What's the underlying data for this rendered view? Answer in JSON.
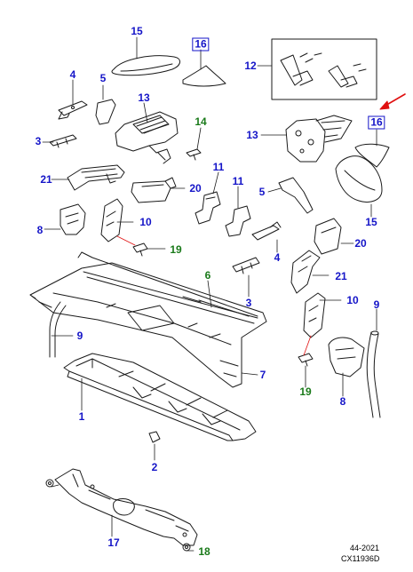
{
  "colors": {
    "callout_blue": "#1515c8",
    "callout_green": "#1a7a1a",
    "arrow_red": "#e01010",
    "line_art": "#1a1a1a"
  },
  "callouts": [
    {
      "id": "c15a",
      "label": "15",
      "color": "blue",
      "boxed": false
    },
    {
      "id": "c16a",
      "label": "16",
      "color": "blue",
      "boxed": true
    },
    {
      "id": "c4a",
      "label": "4",
      "color": "blue",
      "boxed": false
    },
    {
      "id": "c5a",
      "label": "5",
      "color": "blue",
      "boxed": false
    },
    {
      "id": "c12",
      "label": "12",
      "color": "blue",
      "boxed": false
    },
    {
      "id": "c13a",
      "label": "13",
      "color": "blue",
      "boxed": false
    },
    {
      "id": "c14",
      "label": "14",
      "color": "green",
      "boxed": false
    },
    {
      "id": "c3a",
      "label": "3",
      "color": "blue",
      "boxed": false
    },
    {
      "id": "c16b",
      "label": "16",
      "color": "blue",
      "boxed": true
    },
    {
      "id": "c13b",
      "label": "13",
      "color": "blue",
      "boxed": false
    },
    {
      "id": "c21a",
      "label": "21",
      "color": "blue",
      "boxed": false
    },
    {
      "id": "c11a",
      "label": "11",
      "color": "blue",
      "boxed": false
    },
    {
      "id": "c20a",
      "label": "20",
      "color": "blue",
      "boxed": false
    },
    {
      "id": "c11b",
      "label": "11",
      "color": "blue",
      "boxed": false
    },
    {
      "id": "c5b",
      "label": "5",
      "color": "blue",
      "boxed": false
    },
    {
      "id": "c15b",
      "label": "15",
      "color": "blue",
      "boxed": false
    },
    {
      "id": "c8a",
      "label": "8",
      "color": "blue",
      "boxed": false
    },
    {
      "id": "c10a",
      "label": "10",
      "color": "blue",
      "boxed": false
    },
    {
      "id": "c19a",
      "label": "19",
      "color": "green",
      "boxed": false
    },
    {
      "id": "c20b",
      "label": "20",
      "color": "blue",
      "boxed": false
    },
    {
      "id": "c4b",
      "label": "4",
      "color": "blue",
      "boxed": false
    },
    {
      "id": "c6",
      "label": "6",
      "color": "green",
      "boxed": false
    },
    {
      "id": "c21b",
      "label": "21",
      "color": "blue",
      "boxed": false
    },
    {
      "id": "c3b",
      "label": "3",
      "color": "blue",
      "boxed": false
    },
    {
      "id": "c10b",
      "label": "10",
      "color": "blue",
      "boxed": false
    },
    {
      "id": "c9a",
      "label": "9",
      "color": "blue",
      "boxed": false
    },
    {
      "id": "c9b",
      "label": "9",
      "color": "blue",
      "boxed": false
    },
    {
      "id": "c7",
      "label": "7",
      "color": "blue",
      "boxed": false
    },
    {
      "id": "c19b",
      "label": "19",
      "color": "green",
      "boxed": false
    },
    {
      "id": "c8b",
      "label": "8",
      "color": "blue",
      "boxed": false
    },
    {
      "id": "c1",
      "label": "1",
      "color": "blue",
      "boxed": false
    },
    {
      "id": "c2",
      "label": "2",
      "color": "blue",
      "boxed": false
    },
    {
      "id": "c17",
      "label": "17",
      "color": "blue",
      "boxed": false
    },
    {
      "id": "c18",
      "label": "18",
      "color": "green",
      "boxed": false
    }
  ],
  "reference": {
    "line1": "44-2021",
    "line2": "CX11936D"
  }
}
